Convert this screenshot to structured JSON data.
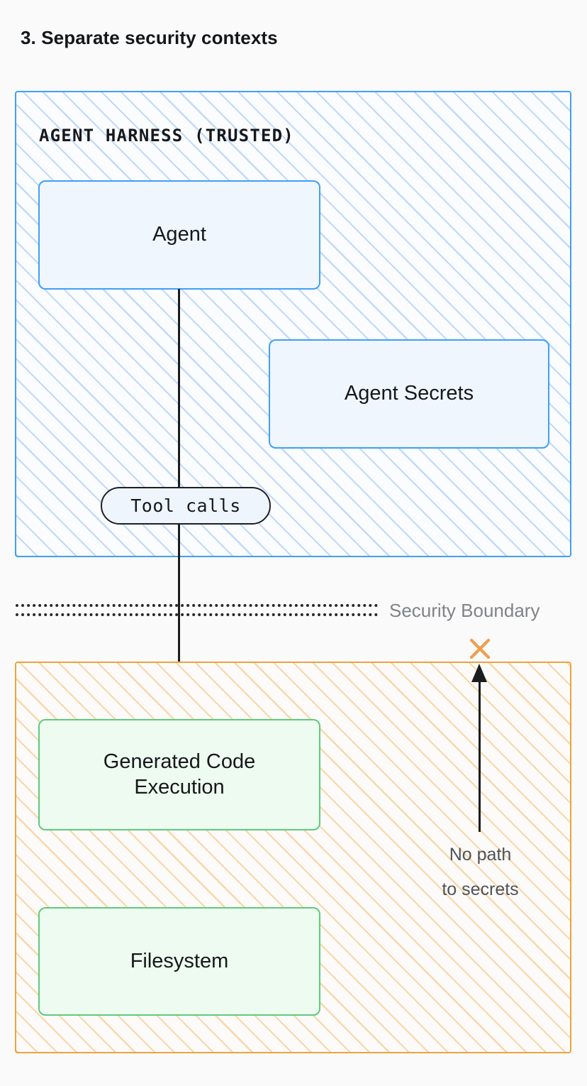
{
  "page": {
    "title": "3. Separate security contexts",
    "background_color": "#fafafa"
  },
  "colors": {
    "trusted_border": "#3fa0f5",
    "trusted_hatch": "#93bef4",
    "trusted_node_fill": "#eff6fe",
    "untrusted_border": "#eda33f",
    "untrusted_hatch": "#f6c482",
    "untrusted_node_border": "#5ecb7c",
    "untrusted_node_fill": "#edfbf0",
    "connector": "#1b1d1f",
    "boundary_line": "#26292d",
    "boundary_label": "#808387",
    "blocked_marker": "#eda04a"
  },
  "trusted_zone": {
    "label": "AGENT HARNESS (TRUSTED)",
    "nodes": [
      {
        "id": "agent",
        "label": "Agent"
      },
      {
        "id": "agent-secrets",
        "label": "Agent Secrets"
      }
    ]
  },
  "connectors": {
    "tool_calls": {
      "label": "Tool calls",
      "from": "Agent",
      "to": "Generated Code Execution",
      "direction": "down"
    },
    "blocked_path": {
      "label_line_1": "No path",
      "label_line_2": "to secrets",
      "marker": "x-mark",
      "direction": "up",
      "blocked": true
    }
  },
  "security_boundary": {
    "label": "Security Boundary",
    "style": "double-dotted"
  },
  "untrusted_zone": {
    "label": "",
    "nodes": [
      {
        "id": "generated-code",
        "label_line_1": "Generated Code",
        "label_line_2": "Execution"
      },
      {
        "id": "filesystem",
        "label": "Filesystem"
      }
    ]
  }
}
